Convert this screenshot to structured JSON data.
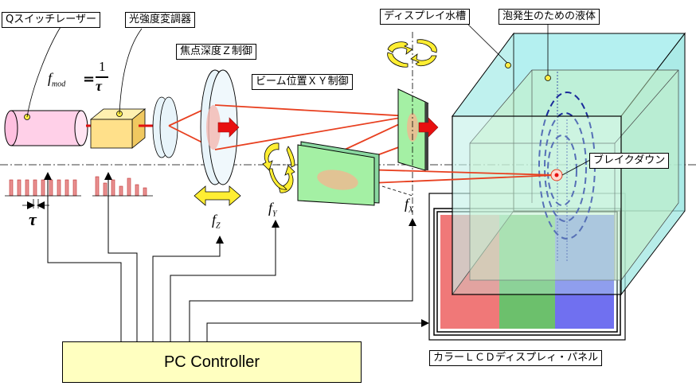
{
  "labels": {
    "laser": "Qスイッチレーザー",
    "modulator": "光強度変調器",
    "focus_z": "焦点深度Ｚ制御",
    "beam_xy": "ビーム位置ＸＹ制御",
    "tank": "ディスプレイ水槽",
    "liquid": "泡発生のための液体",
    "breakdown": "ブレイクダウン",
    "lcd_panel": "カラーＬＣＤディスプレィ・パネル",
    "pc": "PC Controller"
  },
  "formula": {
    "lhs_f": "f",
    "lhs_sub": "mod",
    "equals": "=",
    "num": "1",
    "den": "τ"
  },
  "tau": "τ",
  "freq": {
    "fz": {
      "f": "f",
      "sub": "Z"
    },
    "fy": {
      "f": "f",
      "sub": "Y"
    },
    "fx": {
      "f": "f",
      "sub": "X"
    }
  },
  "colors": {
    "laser": "#ffd0e8",
    "modulator": "#ffe28a",
    "lens": "#e8f4fa",
    "mirror": "#90ee90",
    "tank": "#b0f0f0",
    "pc": "#ffffc0",
    "beam": "#e84020",
    "arrow_red": "#e81010",
    "arrow_yellow": "#ffee33",
    "lcd_red": "#f07878",
    "lcd_green": "#6cc06c",
    "lcd_blue": "#7070f0"
  }
}
